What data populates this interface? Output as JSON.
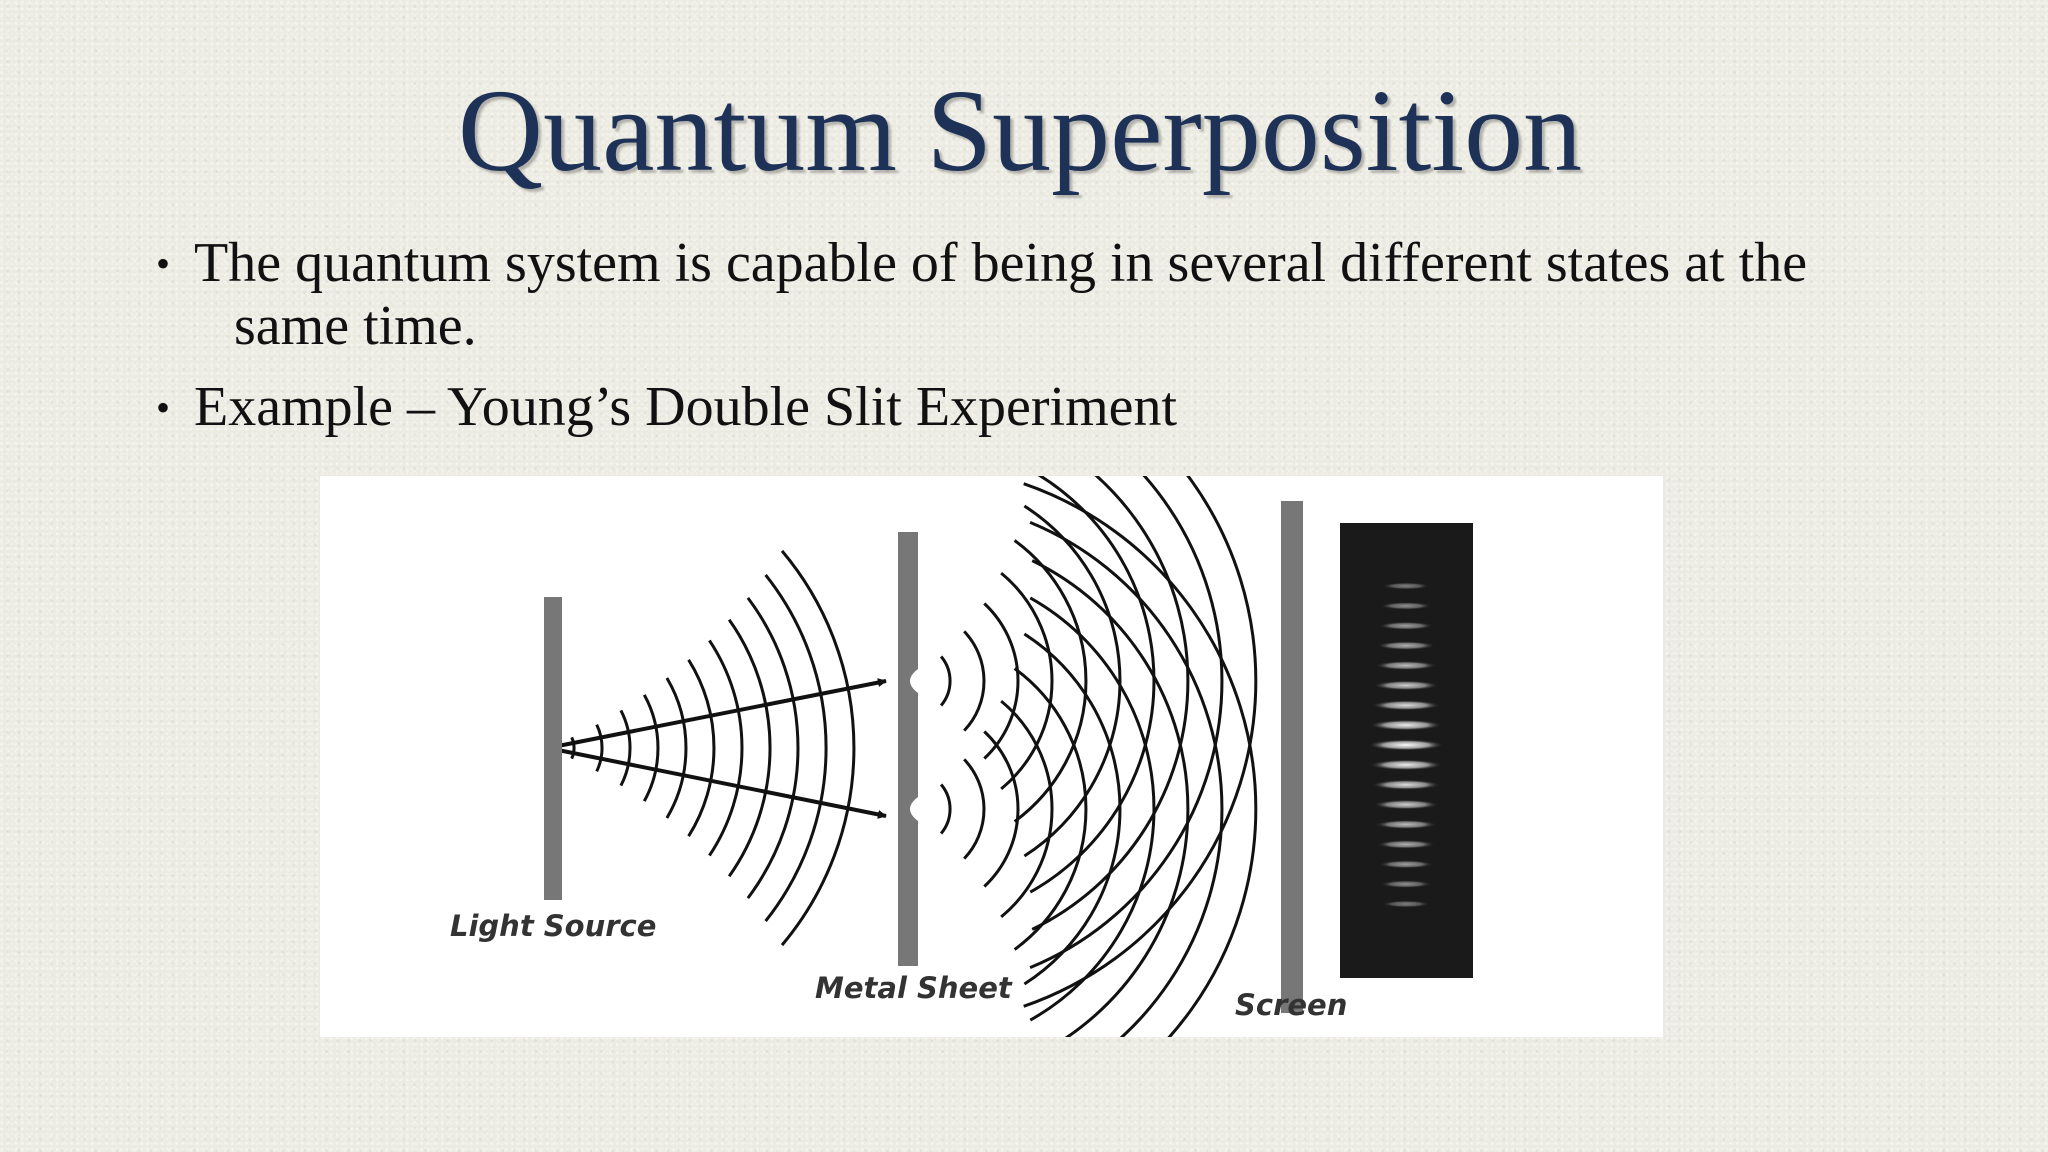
{
  "slide": {
    "title": "Quantum Superposition",
    "bullets": [
      {
        "text": "The quantum system is capable of being in several different states at the same time."
      },
      {
        "text": "Example – Young’s Double Slit Experiment"
      }
    ]
  },
  "diagram": {
    "labels": {
      "light_source": "Light Source",
      "metal_sheet": "Metal Sheet",
      "screen": "Screen"
    },
    "interference_fringe_count": 17,
    "colors": {
      "title": "#1e3257",
      "barrier": "#777777",
      "wave": "#111111",
      "pattern_background": "#1a1a1a"
    }
  }
}
